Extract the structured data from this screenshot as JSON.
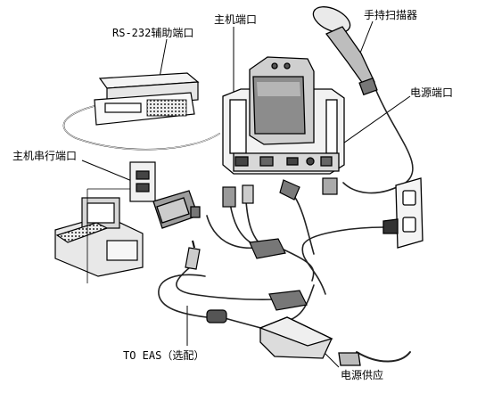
{
  "labels": {
    "rs232_aux_port": "RS-232辅助端口",
    "host_port": "主机端口",
    "handheld_scanner": "手持扫描器",
    "power_port": "电源端口",
    "host_serial_port": "主机串行端口",
    "to_eas": "TO EAS（选配）",
    "power_supply": "电源供应"
  }
}
